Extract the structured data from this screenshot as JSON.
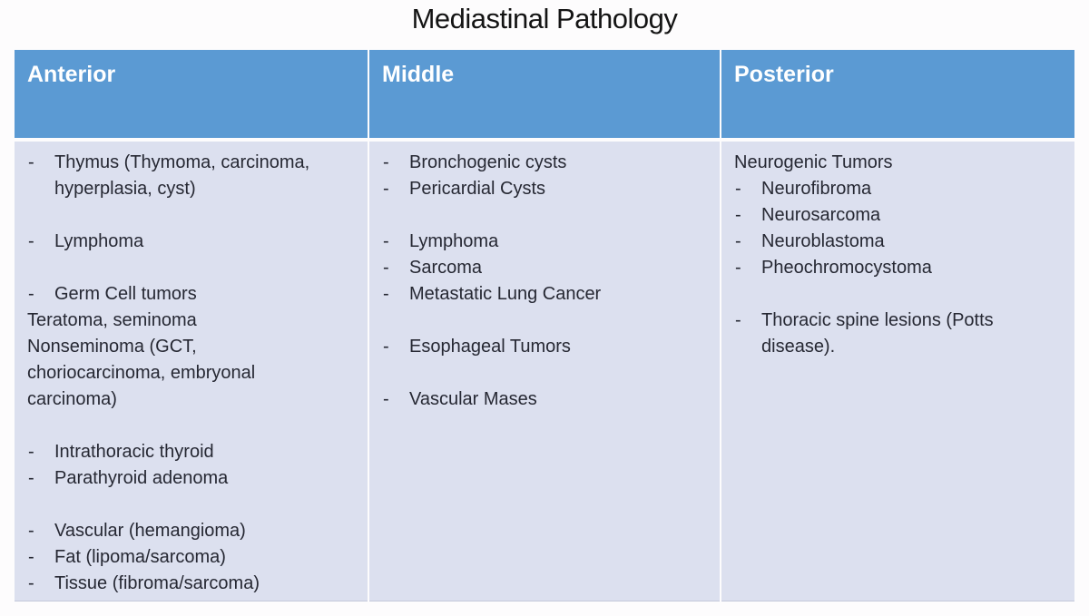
{
  "title": "Mediastinal Pathology",
  "colors": {
    "header_bg": "#5b9ad3",
    "body_bg": "#dce0ef",
    "header_text": "#ffffff",
    "body_text": "#262833",
    "title_text": "#141414",
    "page_bg": "#fdfcfd",
    "divider": "#ffffff"
  },
  "table": {
    "bullet_char": "-",
    "columns": [
      {
        "id": "anterior",
        "header": "Anterior",
        "items": [
          {
            "style": "bullet",
            "text": "Thymus (Thymoma, carcinoma, hyperplasia, cyst)"
          },
          {
            "style": "gap"
          },
          {
            "style": "bullet",
            "text": "Lymphoma"
          },
          {
            "style": "gap"
          },
          {
            "style": "bullet",
            "text": "Germ Cell tumors"
          },
          {
            "style": "plain",
            "text": "Teratoma, seminoma"
          },
          {
            "style": "plain",
            "text": "Nonseminoma (GCT,"
          },
          {
            "style": "plain",
            "text": "choriocarcinoma, embryonal"
          },
          {
            "style": "plain",
            "text": "carcinoma)"
          },
          {
            "style": "gap"
          },
          {
            "style": "bullet",
            "text": "Intrathoracic thyroid"
          },
          {
            "style": "bullet",
            "text": "Parathyroid adenoma"
          },
          {
            "style": "gap"
          },
          {
            "style": "bullet",
            "text": "Vascular (hemangioma)"
          },
          {
            "style": "bullet",
            "text": "Fat (lipoma/sarcoma)"
          },
          {
            "style": "bullet",
            "text": "Tissue (fibroma/sarcoma)"
          }
        ]
      },
      {
        "id": "middle",
        "header": "Middle",
        "items": [
          {
            "style": "bullet",
            "text": "Bronchogenic cysts"
          },
          {
            "style": "bullet",
            "text": "Pericardial Cysts"
          },
          {
            "style": "gap"
          },
          {
            "style": "bullet",
            "text": "Lymphoma"
          },
          {
            "style": "bullet",
            "text": "Sarcoma"
          },
          {
            "style": "bullet",
            "text": "Metastatic Lung Cancer"
          },
          {
            "style": "gap"
          },
          {
            "style": "bullet",
            "text": "Esophageal Tumors"
          },
          {
            "style": "gap"
          },
          {
            "style": "bullet",
            "text": "Vascular Mases"
          }
        ]
      },
      {
        "id": "posterior",
        "header": "Posterior",
        "items": [
          {
            "style": "plain",
            "text": "Neurogenic Tumors"
          },
          {
            "style": "bullet",
            "text": "Neurofibroma"
          },
          {
            "style": "bullet",
            "text": "Neurosarcoma"
          },
          {
            "style": "bullet",
            "text": "Neuroblastoma"
          },
          {
            "style": "bullet",
            "text": "Pheochromocystoma"
          },
          {
            "style": "gap"
          },
          {
            "style": "bullet",
            "text": "Thoracic spine lesions (Potts disease)."
          }
        ]
      }
    ]
  }
}
